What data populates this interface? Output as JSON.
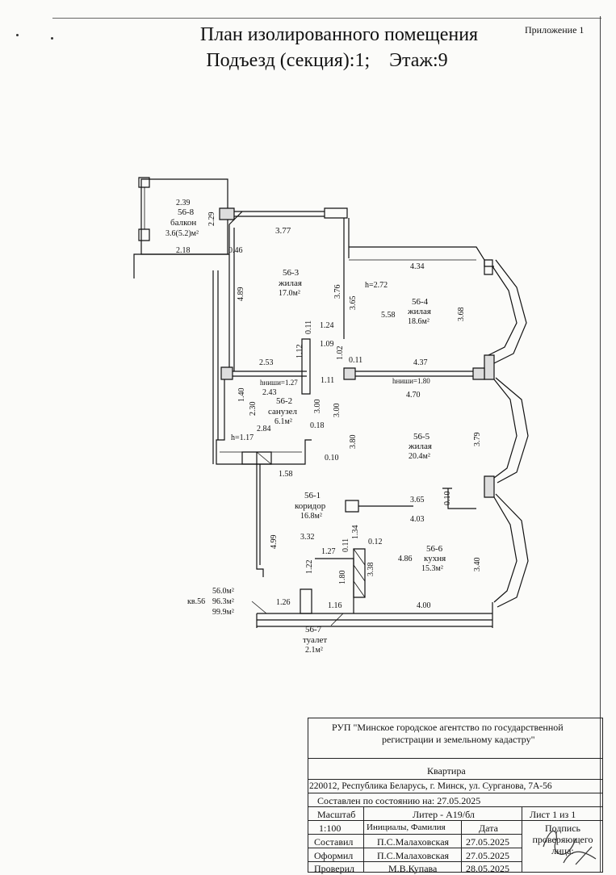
{
  "header": {
    "appendix": "Приложение 1",
    "title": "План изолированного помещения",
    "subtitle": "Подъезд (секция):1;    Этаж:9"
  },
  "rooms": [
    {
      "number": "56-8",
      "name": "балкон",
      "area": "3.6(5.2)м²"
    },
    {
      "number": "56-3",
      "name": "жилая",
      "area": "17.0м²"
    },
    {
      "number": "56-4",
      "name": "жилая",
      "area": "18.6м²"
    },
    {
      "number": "56-2",
      "name": "санузел",
      "area": "6.1м²"
    },
    {
      "number": "56-5",
      "name": "жилая",
      "area": "20.4м²"
    },
    {
      "number": "56-1",
      "name": "коридор",
      "area": "16.8м²"
    },
    {
      "number": "56-6",
      "name": "кухня",
      "area": "15.3м²"
    },
    {
      "number": "56-7",
      "name": "туалет",
      "area": "2.1м²"
    }
  ],
  "dimensions": {
    "d239": "2.39",
    "d229": "2.29",
    "d218": "2.18",
    "d046": "0.46",
    "d377": "3.77",
    "d489": "4.89",
    "d376": "3.76",
    "d365": "3.65",
    "d272": "h=2.72",
    "d434": "4.34",
    "d558": "5.58",
    "d368": "3.68",
    "d011a": "0.11",
    "d124": "1.24",
    "d112": "1.12",
    "d109": "1.09",
    "d102": "1.02",
    "d011b": "0.11",
    "d437": "4.37",
    "d253": "2.53",
    "dh127": "hниши=1.27",
    "d111": "1.11",
    "dh180": "hниши=1.80",
    "d243": "2.43",
    "d140": "1.40",
    "d230": "2.30",
    "d300a": "3.00",
    "d300b": "3.00",
    "d470": "4.70",
    "d284": "2.84",
    "d018": "0.18",
    "dh117": "h=1.17",
    "d380": "3.80",
    "d379": "3.79",
    "d010a": "0.10",
    "d158": "1.58",
    "d365b": "3.65",
    "d010b": "0.10",
    "d403": "4.03",
    "d134": "1.34",
    "d332": "3.32",
    "d499": "4.99",
    "d011c": "0.11",
    "d012": "0.12",
    "d127": "1.27",
    "d338": "3.38",
    "d486": "4.86",
    "d340": "3.40",
    "d122": "1.22",
    "d180": "1.80",
    "d126": "1.26",
    "d116": "1.16",
    "d400": "4.00"
  },
  "totals": {
    "flat": "кв.56",
    "living": "56.0м²",
    "total": "96.3м²",
    "gross": "99.9м²"
  },
  "stamp": {
    "org_line1": "РУП \"Минское городское агентство по государственной",
    "org_line2": "регистрации и земельному кадастру\"",
    "object": "Квартира",
    "address": "220012, Республика Беларусь, г. Минск, ул. Сурганова, 7А-56",
    "state": "Составлен по состоянию на: 27.05.2025",
    "scale_label": "Масштаб",
    "liter": "Литер - А19/бл",
    "sheet": "Лист 1 из 1",
    "scale_value": "1:100",
    "col_names": "Инициалы, Фамилия",
    "col_date": "Дата",
    "col_sign": "Подпись проверяющего лица:",
    "rows": [
      {
        "role": "Составил",
        "name": "П.С.Малаховская",
        "date": "27.05.2025"
      },
      {
        "role": "Оформил",
        "name": "П.С.Малаховская",
        "date": "27.05.2025"
      },
      {
        "role": "Проверил",
        "name": "М.В.Купава",
        "date": "28.05.2025"
      }
    ]
  }
}
